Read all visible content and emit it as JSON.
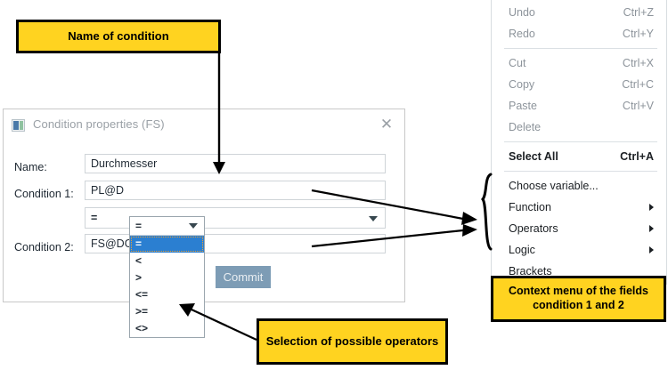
{
  "callouts": {
    "name_of_condition": "Name of condition",
    "selection_of_operators": "Selection of possible operators",
    "context_menu_note": "Context menu  of the fields condition 1 and 2"
  },
  "dialog": {
    "title": "Condition properties (FS)",
    "close_label": "✕",
    "app_icon": "application-icon",
    "fields": {
      "name_label": "Name:",
      "name_value": "Durchmesser",
      "name_placeholder": "",
      "condition1_label": "Condition 1:",
      "condition1_value": "PL@D",
      "condition1_placeholder": "",
      "condition2_label": "Condition 2:",
      "condition2_value": "FS@DG",
      "condition2_placeholder": ""
    },
    "operator_combobox": {
      "value": "=",
      "arrow_icon": "chevron-down-icon"
    },
    "buttons": {
      "cancel_label": "",
      "commit_label": "Commit"
    }
  },
  "operator_dropdown": {
    "head_value": "=",
    "arrow_icon": "chevron-down-icon",
    "selected_index": 0,
    "options": [
      "=",
      "<",
      ">",
      "<=",
      ">=",
      "<>"
    ]
  },
  "context_menu": {
    "groups": [
      {
        "items": [
          {
            "label": "Undo",
            "shortcut": "Ctrl+Z",
            "enabled": false,
            "submenu": false
          },
          {
            "label": "Redo",
            "shortcut": "Ctrl+Y",
            "enabled": false,
            "submenu": false
          }
        ]
      },
      {
        "items": [
          {
            "label": "Cut",
            "shortcut": "Ctrl+X",
            "enabled": false,
            "submenu": false
          },
          {
            "label": "Copy",
            "shortcut": "Ctrl+C",
            "enabled": false,
            "submenu": false
          },
          {
            "label": "Paste",
            "shortcut": "Ctrl+V",
            "enabled": false,
            "submenu": false
          },
          {
            "label": "Delete",
            "shortcut": "",
            "enabled": false,
            "submenu": false
          }
        ]
      },
      {
        "items": [
          {
            "label": "Select All",
            "shortcut": "Ctrl+A",
            "enabled": true,
            "bold": true,
            "submenu": false
          }
        ]
      },
      {
        "items": [
          {
            "label": "Choose variable...",
            "shortcut": "",
            "enabled": true,
            "submenu": false
          },
          {
            "label": "Function",
            "shortcut": "",
            "enabled": true,
            "submenu": true
          },
          {
            "label": "Operators",
            "shortcut": "",
            "enabled": true,
            "submenu": true
          },
          {
            "label": "Logic",
            "shortcut": "",
            "enabled": true,
            "submenu": true
          },
          {
            "label": "Brackets",
            "shortcut": "",
            "enabled": true,
            "submenu": false
          }
        ]
      }
    ]
  },
  "colors": {
    "callout_fill": "#FFD320",
    "callout_border": "#000000",
    "selection_blue": "#2b7fd1",
    "button_blue": "#7d9cb5",
    "dialog_title_gray": "#9aa0a6",
    "menu_disabled_gray": "#8d949b"
  }
}
